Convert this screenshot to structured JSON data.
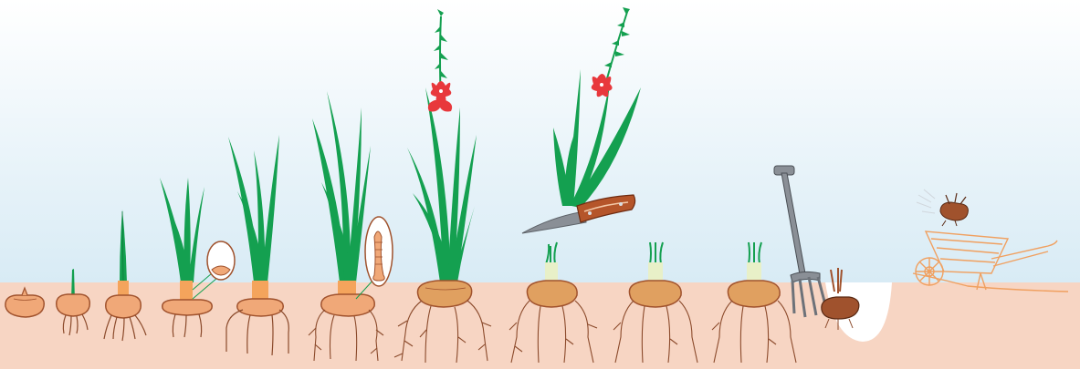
{
  "illustration": {
    "stages": [
      {
        "id": "corm-planted",
        "icon": "corm-icon"
      },
      {
        "id": "first-shoot",
        "icon": "shoot-icon"
      },
      {
        "id": "single-leaf",
        "icon": "leaf-icon"
      },
      {
        "id": "four-leaves-with-cormel-detail",
        "icon": "cormel-detail-icon"
      },
      {
        "id": "leafy-plant-contractile-roots",
        "icon": "leaves-icon"
      },
      {
        "id": "spike-forming-detail",
        "icon": "spike-detail-icon"
      },
      {
        "id": "flowering-plant",
        "icon": "flower-icon"
      },
      {
        "id": "cut-flower-spike",
        "icon": "knife-icon"
      },
      {
        "id": "foliage-yellowing",
        "icon": "stubs-icon"
      },
      {
        "id": "foliage-dying",
        "icon": "stubs-icon"
      },
      {
        "id": "foliage-dead",
        "icon": "stubs-icon"
      },
      {
        "id": "lifting-corm",
        "icon": "fork-icon"
      },
      {
        "id": "storing-corm",
        "icon": "wheelbarrow-icon"
      }
    ],
    "colors": {
      "sky_top": "#ffffff",
      "sky_bottom": "#d8ebf5",
      "soil": "#f7d5c3",
      "corm": "#f0a878",
      "corm_outline": "#a0522d",
      "leaf": "#14a050",
      "leaf_dark": "#0e7a3c",
      "flower": "#e8383c",
      "roots": "#8b4a2b",
      "tool_steel": "#8a8f96",
      "knife_handle": "#b5552a"
    }
  }
}
